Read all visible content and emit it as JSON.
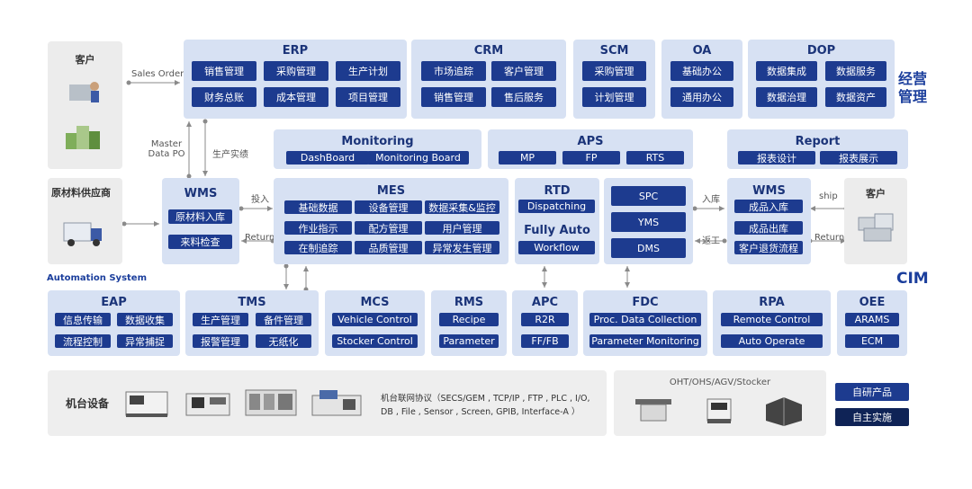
{
  "customer_top": "客户",
  "sales_order": "Sales Order",
  "master_data_po": "Master Data PO",
  "production_report": "生产实绩",
  "supplier": "原材料供应商",
  "input_label": "投入",
  "return_label": "Return",
  "inbound_label": "入库",
  "rework_label": "返工",
  "ship_label": "ship",
  "return_right": "Return",
  "customer_right": "客户",
  "automation_system": "Automation  System",
  "business_mgmt": "经营管理",
  "cim": "CIM",
  "erp": {
    "title": "ERP",
    "items": [
      "销售管理",
      "采购管理",
      "生产计划",
      "财务总账",
      "成本管理",
      "项目管理"
    ]
  },
  "crm": {
    "title": "CRM",
    "items": [
      "市场追踪",
      "客户管理",
      "销售管理",
      "售后服务"
    ]
  },
  "scm": {
    "title": "SCM",
    "items": [
      "采购管理",
      "计划管理"
    ]
  },
  "oa": {
    "title": "OA",
    "items": [
      "基础办公",
      "通用办公"
    ]
  },
  "dop": {
    "title": "DOP",
    "items": [
      "数据集成",
      "数据服务",
      "数据治理",
      "数据资产"
    ]
  },
  "monitoring": {
    "title": "Monitoring",
    "items": [
      "DashBoard",
      "Monitoring Board"
    ]
  },
  "aps": {
    "title": "APS",
    "items": [
      "MP",
      "FP",
      "RTS"
    ]
  },
  "report": {
    "title": "Report",
    "items": [
      "报表设计",
      "报表展示"
    ]
  },
  "wms_left": {
    "title": "WMS",
    "items": [
      "原材料入库",
      "来料检查"
    ]
  },
  "mes": {
    "title": "MES",
    "items": [
      "基础数据",
      "设备管理",
      "数据采集&监控",
      "作业指示",
      "配方管理",
      "用户管理",
      "在制追踪",
      "品质管理",
      "异常发生管理"
    ]
  },
  "rtd": {
    "title": "RTD",
    "item": "Dispatching",
    "sub_title": "Fully Auto",
    "sub_item": "Workflow"
  },
  "spc_group": {
    "items": [
      "SPC",
      "YMS",
      "DMS"
    ]
  },
  "wms_right": {
    "title": "WMS",
    "items": [
      "成品入库",
      "成品出库",
      "客户退货流程"
    ]
  },
  "eap": {
    "title": "EAP",
    "items": [
      "信息传输",
      "数据收集",
      "流程控制",
      "异常捕捉"
    ]
  },
  "tms": {
    "title": "TMS",
    "items": [
      "生产管理",
      "备件管理",
      "报警管理",
      "无纸化"
    ]
  },
  "mcs": {
    "title": "MCS",
    "items": [
      "Vehicle Control",
      "Stocker Control"
    ]
  },
  "rms": {
    "title": "RMS",
    "items": [
      "Recipe",
      "Parameter"
    ]
  },
  "apc": {
    "title": "APC",
    "items": [
      "R2R",
      "FF/FB"
    ]
  },
  "fdc": {
    "title": "FDC",
    "items": [
      "Proc. Data  Collection",
      "Parameter  Monitoring"
    ]
  },
  "rpa": {
    "title": "RPA",
    "items": [
      "Remote Control",
      "Auto Operate"
    ]
  },
  "oee": {
    "title": "OEE",
    "items": [
      "ARAMS",
      "ECM"
    ]
  },
  "equipment": {
    "title": "机台设备",
    "protocols": "机台联网协议（SECS/GEM , TCP/IP , FTP , PLC , I/O, DB , File , Sensor , Screen, GPIB, Interface-A ）"
  },
  "oht": {
    "title": "OHT/OHS/AGV/Stocker"
  },
  "legend": {
    "self_product": "自研产品",
    "self_impl": "自主实施",
    "color_product": "#1d3b8f",
    "color_impl": "#0f2356"
  },
  "colors": {
    "panel": "#d7e1f3",
    "button": "#1d3b8f",
    "accent": "#1b3e9c"
  }
}
